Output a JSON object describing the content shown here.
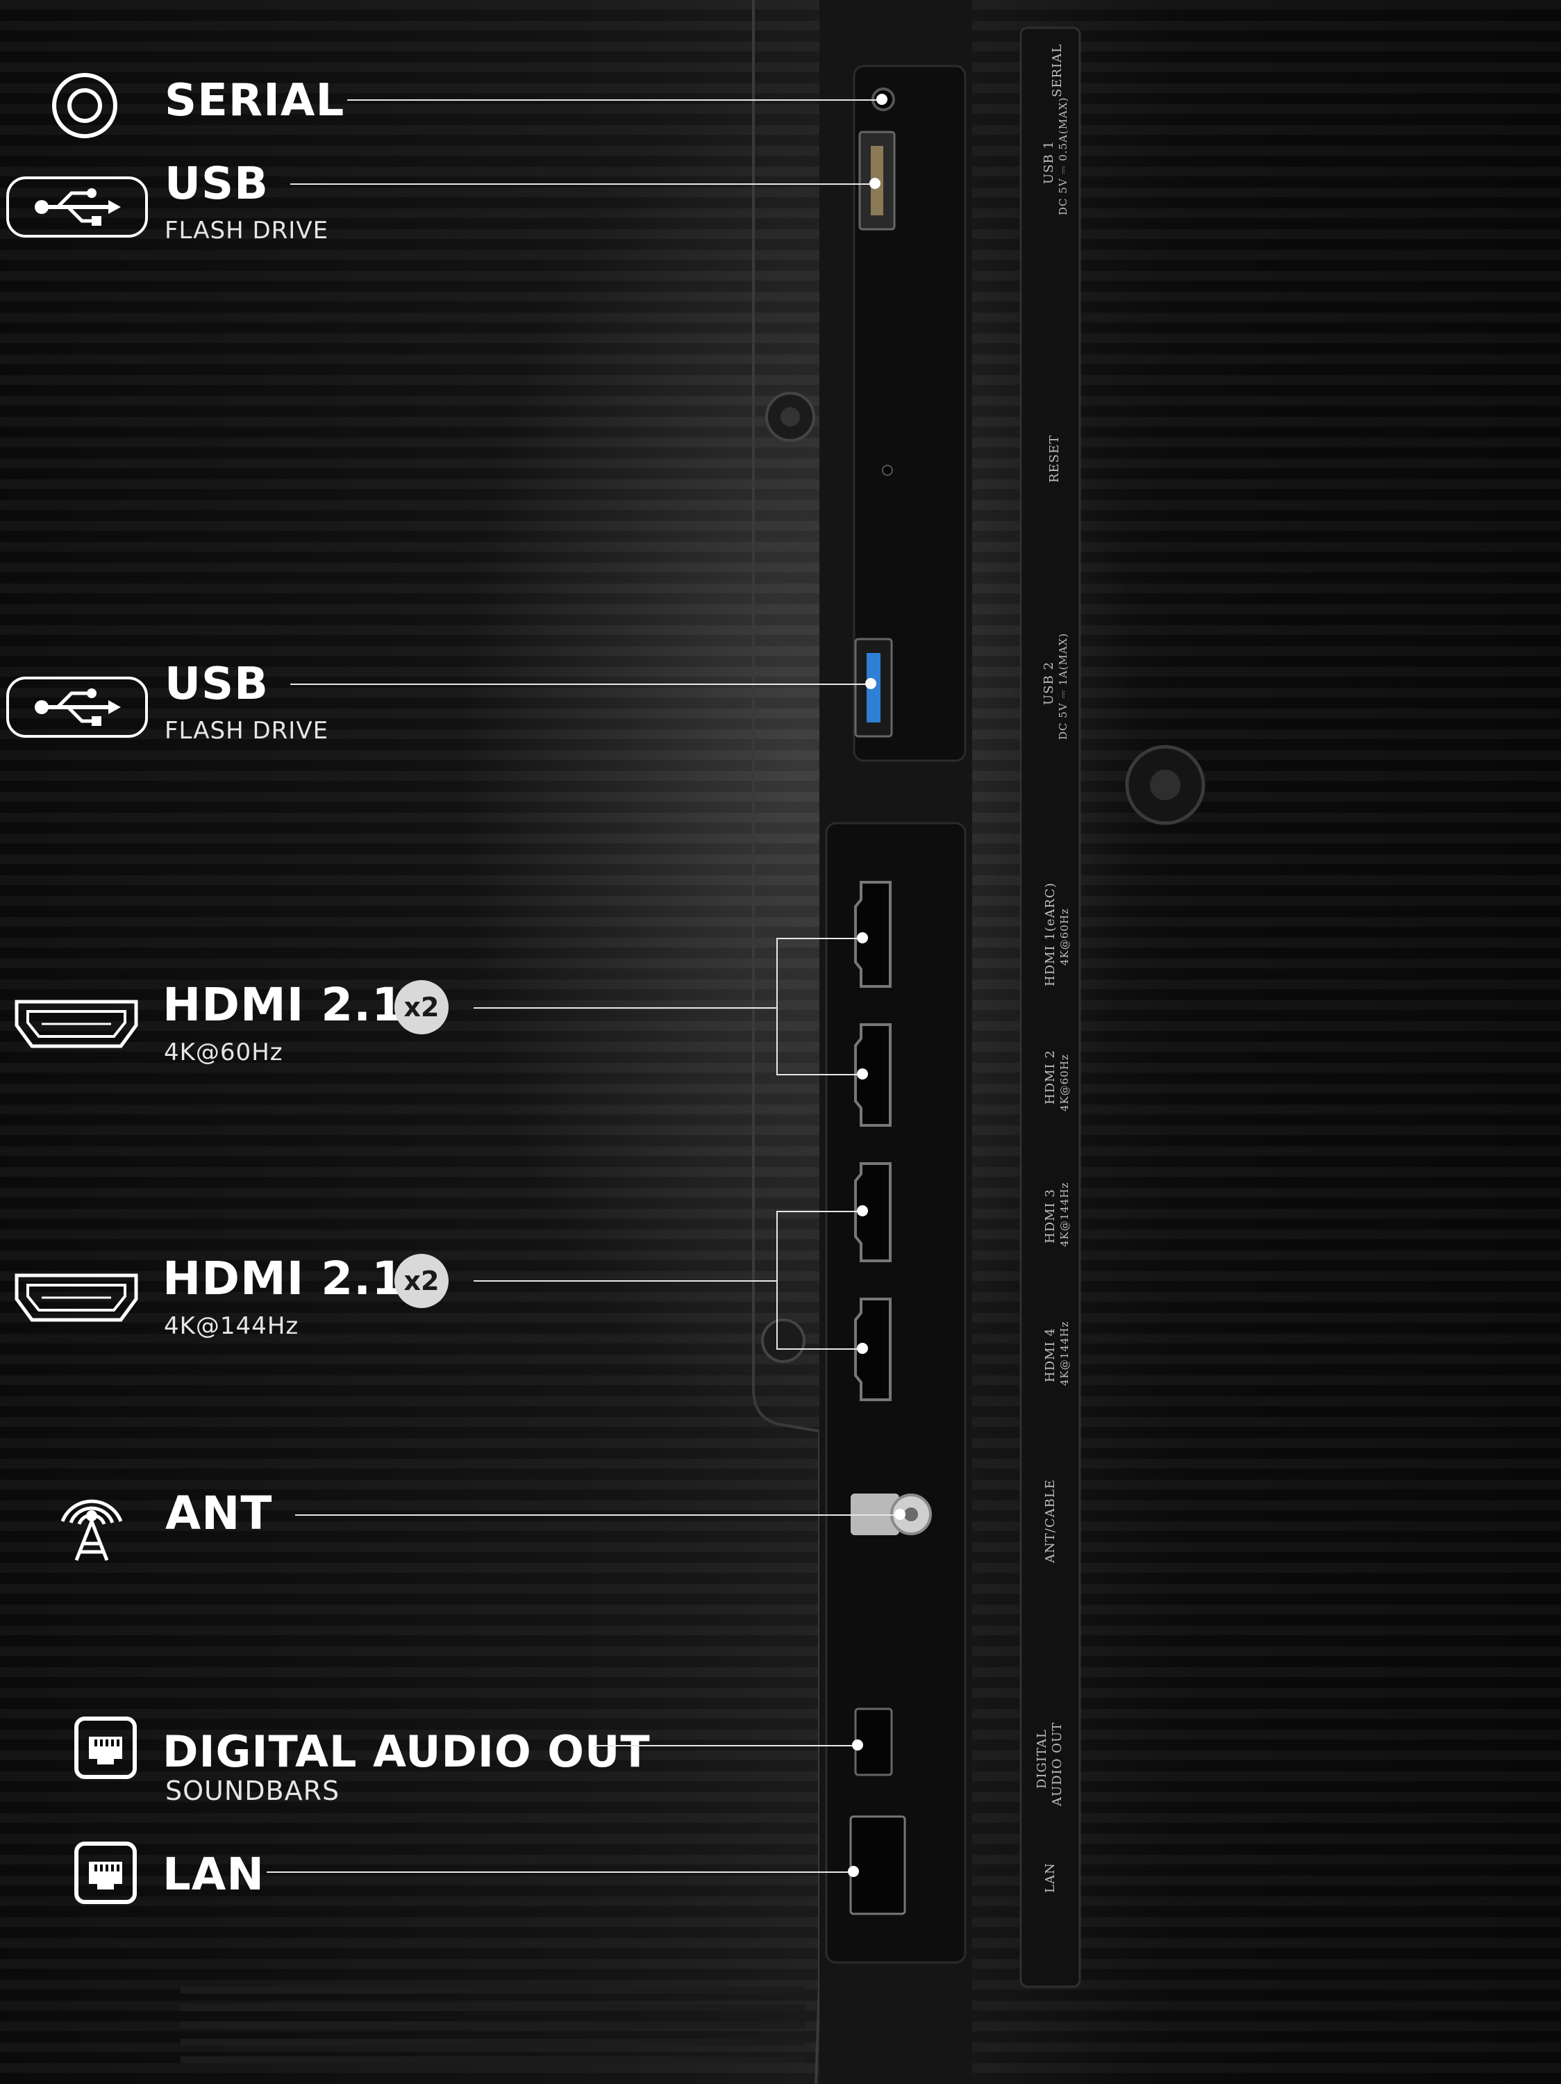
{
  "colors": {
    "background": "#0a0a0a",
    "text": "#ffffff",
    "badge": "#d9d9d9",
    "usb3_blue": "#2f7fd6"
  },
  "ports": [
    {
      "id": "serial",
      "label": "SERIAL",
      "sub": "",
      "icon": "serial-icon"
    },
    {
      "id": "usb1",
      "label": "USB",
      "sub": "FLASH DRIVE",
      "icon": "usb-icon"
    },
    {
      "id": "usb2",
      "label": "USB",
      "sub": "FLASH DRIVE",
      "icon": "usb-icon"
    },
    {
      "id": "hdmi-60",
      "label": "HDMI 2.1",
      "sub": "4K@60Hz",
      "badge": "x2",
      "icon": "hdmi-icon"
    },
    {
      "id": "hdmi-144",
      "label": "HDMI 2.1",
      "sub": "4K@144Hz",
      "badge": "x2",
      "icon": "hdmi-icon"
    },
    {
      "id": "ant",
      "label": "ANT",
      "sub": "",
      "icon": "antenna-icon"
    },
    {
      "id": "optical",
      "label": "DIGITAL AUDIO OUT",
      "sub": "SOUNDBARS",
      "icon": "ethernet-icon"
    },
    {
      "id": "lan",
      "label": "LAN",
      "sub": "",
      "icon": "ethernet-icon"
    }
  ],
  "panel_labels": {
    "serial": "SERIAL",
    "usb1_a": "USB 1",
    "usb1_b": "DC 5V ⎓ 0.5A(MAX)",
    "reset": "RESET",
    "usb2_a": "USB 2",
    "usb2_b": "DC 5V ⎓ 1A(MAX)",
    "hdmi1_a": "HDMI 1(eARC)",
    "hdmi1_b": "4K@60Hz",
    "hdmi2_a": "HDMI 2",
    "hdmi2_b": "4K@60Hz",
    "hdmi3_a": "HDMI 3",
    "hdmi3_b": "4K@144Hz",
    "hdmi4_a": "HDMI 4",
    "hdmi4_b": "4K@144Hz",
    "ant": "ANT/CABLE",
    "digital_a": "DIGITAL",
    "digital_b": "AUDIO OUT",
    "lan": "LAN"
  }
}
